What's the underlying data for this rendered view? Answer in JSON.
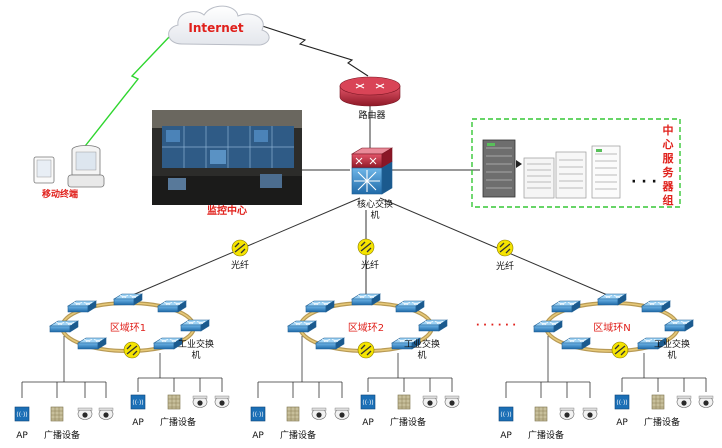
{
  "internet": {
    "label": "Internet"
  },
  "router": {
    "label": "路由器"
  },
  "mobile": {
    "label": "移动终端"
  },
  "monitor": {
    "label": "监控中心"
  },
  "core_switch": {
    "label_line1": "核心交换",
    "label_line2": "机"
  },
  "server_group": {
    "chars": [
      "中",
      "心",
      "服",
      "务",
      "器",
      "组"
    ],
    "ellipsis": "· · ·"
  },
  "fiber": {
    "label": "光纤"
  },
  "rings": [
    {
      "label": "区域环1"
    },
    {
      "label": "区域环2"
    },
    {
      "label": "区域环N"
    }
  ],
  "ring_ellipsis": "· · · · · ·",
  "industrial_switch": {
    "line1": "工业交换",
    "line2": "机"
  },
  "devices": {
    "ap": "AP",
    "broadcast": "广播设备"
  },
  "colors": {
    "accent_red": "#e0201b",
    "link_green": "#2fd62f",
    "switch_blue": "#2f7fc0",
    "router_red": "#c9283b"
  }
}
